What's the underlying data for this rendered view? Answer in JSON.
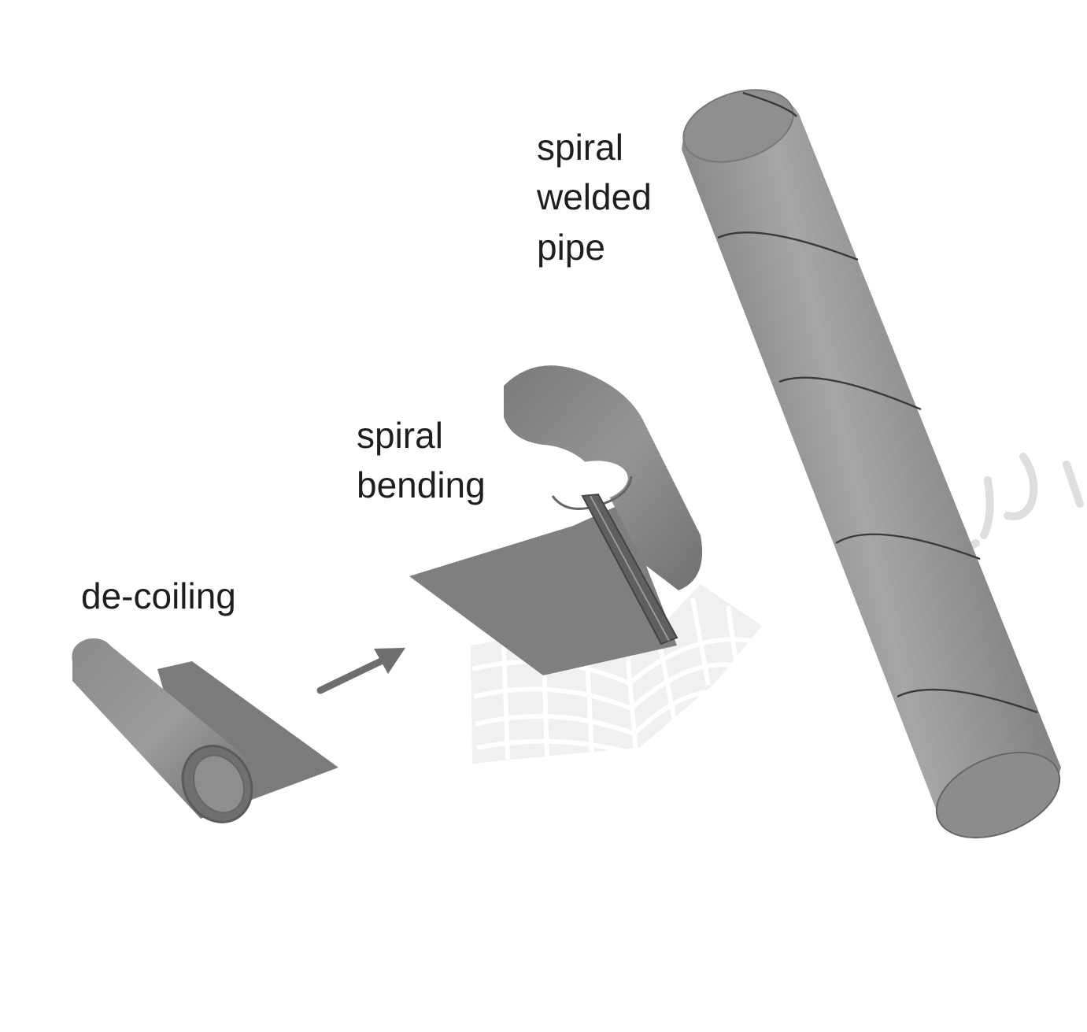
{
  "labels": {
    "decoiling": "de-coiling",
    "bending_line1": "spiral",
    "bending_line2": "bending",
    "pipe_line1": "spiral",
    "pipe_line2": "welded",
    "pipe_line3": "pipe"
  },
  "colors": {
    "background": "#ffffff",
    "steel_fill": "#7d7d7d",
    "steel_dark": "#5c5c5c",
    "steel_light": "#a8a8a8",
    "weld_seam": "#3a3a3a",
    "text": "#1e1e1e",
    "watermark": "#d8d8d8"
  },
  "icons": {
    "flow_arrow": "arrow-right-icon",
    "watermark": "grid-book-logo-icon"
  }
}
